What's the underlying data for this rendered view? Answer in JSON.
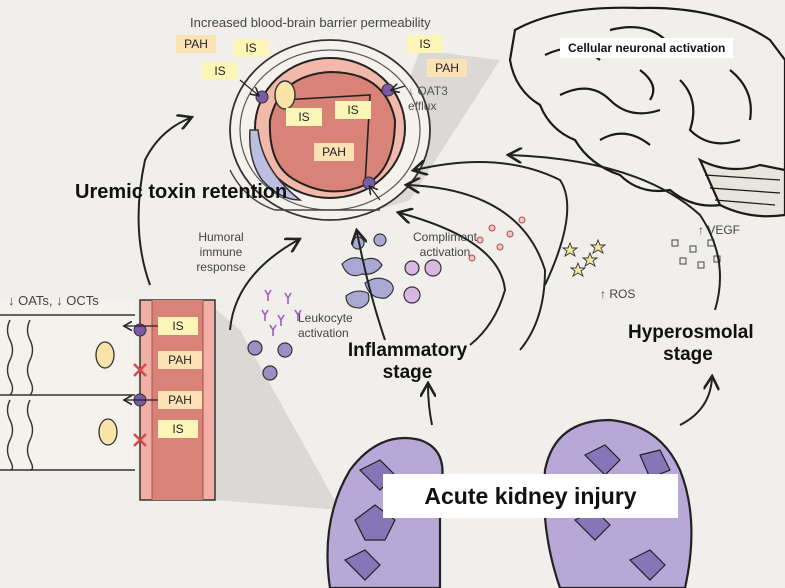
{
  "title": "Increased blood-brain barrier permeability",
  "brain_label": "Cellular neuronal activation",
  "stages": {
    "uremic": "Uremic toxin retention",
    "inflammatory": "Inflammatory stage",
    "hyperosmolal": "Hyperosmolal stage",
    "aki": "Acute kidney injury"
  },
  "labels": {
    "oat3": "↓ OAT3 efflux",
    "humoral": "Humoral immune response",
    "compliment": "Compliment activation",
    "vegf": "↑ VEGF",
    "ros": "↑ ROS",
    "leukocyte": "Leukocyte activation",
    "oats": "↓ OATs, ↓ OCTs"
  },
  "toxins": {
    "is": "IS",
    "pah": "PAH"
  },
  "colors": {
    "background": "#f1efeb",
    "vessel_wall": "#f0b0a6",
    "vessel_lumen": "#d9807a",
    "cell_purple": "#9c8fc6",
    "kidney": "#b7a8d8",
    "is_tag": "#fcf5b8",
    "pah_tag": "#fde2b6"
  }
}
